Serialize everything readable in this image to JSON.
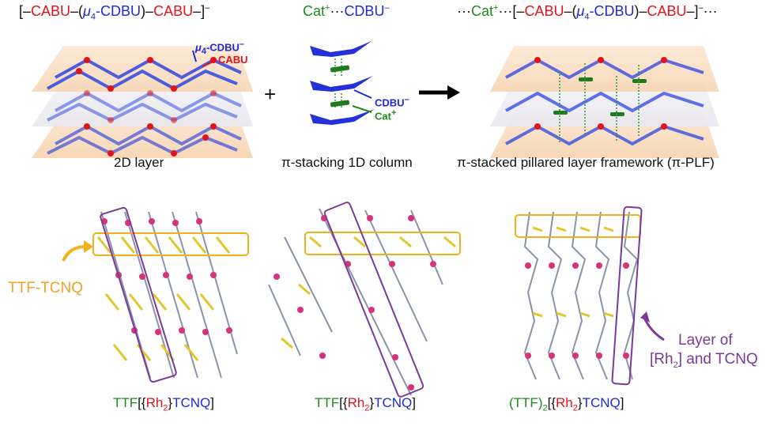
{
  "top": {
    "formula_left": {
      "t1": "[–",
      "cabu1": "CABU",
      "t2": "–(",
      "mu": "μ",
      "mu_sub": "4",
      "dash": "-",
      "cdbu": "CDBU",
      "t3": ")–",
      "cabu2": "CABU",
      "t4": "–]",
      "charge": "–"
    },
    "formula_mid": {
      "cat": "Cat",
      "cat_sup": "+",
      "dots": "···",
      "cdbu": "CDBU",
      "cdbu_sup": "–"
    },
    "formula_right": {
      "lead": "···",
      "cat": "Cat",
      "cat_sup": "+",
      "dots": "···[–",
      "cabu1": "CABU",
      "t2": "–(",
      "mu": "μ",
      "mu_sub": "4",
      "dash": "-",
      "cdbu": "CDBU",
      "t3": ")–",
      "cabu2": "CABU",
      "t4": "–]",
      "charge": "–",
      "tail": "···"
    },
    "annotations": {
      "mu4_cdbu": {
        "mu": "μ",
        "sub": "4",
        "text": "-CDBU",
        "sup": "–"
      },
      "cabu": "CABU",
      "col_cdbu": {
        "text": "CDBU",
        "sup": "–"
      },
      "col_cat": {
        "text": "Cat",
        "sup": "+"
      }
    },
    "plus": "+",
    "caption_left": "2D layer",
    "caption_mid": "π-stacking 1D column",
    "caption_right": "π-stacked pillared layer framework (π-PLF)"
  },
  "bottom": {
    "callout_ttf": "TTF-TCNQ",
    "callout_layer_1": "Layer of",
    "callout_layer_2a": "[Rh",
    "callout_layer_2sub": "2",
    "callout_layer_2b": "] and TCNQ",
    "label1": {
      "ttf": "TTF",
      "b1": "[{",
      "rh": "Rh",
      "rh_sub": "2",
      "b2": "}",
      "tcnq": "TCNQ",
      "b3": "]"
    },
    "label2": {
      "ttf": "TTF",
      "b1": "[{",
      "rh": "Rh",
      "rh_sub": "2",
      "b2": "}",
      "tcnq": "TCNQ",
      "b3": "]"
    },
    "label3": {
      "ttf": "(TTF)",
      "ttf_sub": "2",
      "b1": "[{",
      "rh": "Rh",
      "rh_sub": "2",
      "b2": "}",
      "tcnq": "TCNQ",
      "b3": "]"
    }
  },
  "colors": {
    "red": "#e1141b",
    "blue": "#1f2ad6",
    "green": "#1e8a1e",
    "purple": "#7a3a9a",
    "orange": "#f2a12a",
    "magenta": "#d6337a",
    "yellow": "#e2c62a"
  }
}
